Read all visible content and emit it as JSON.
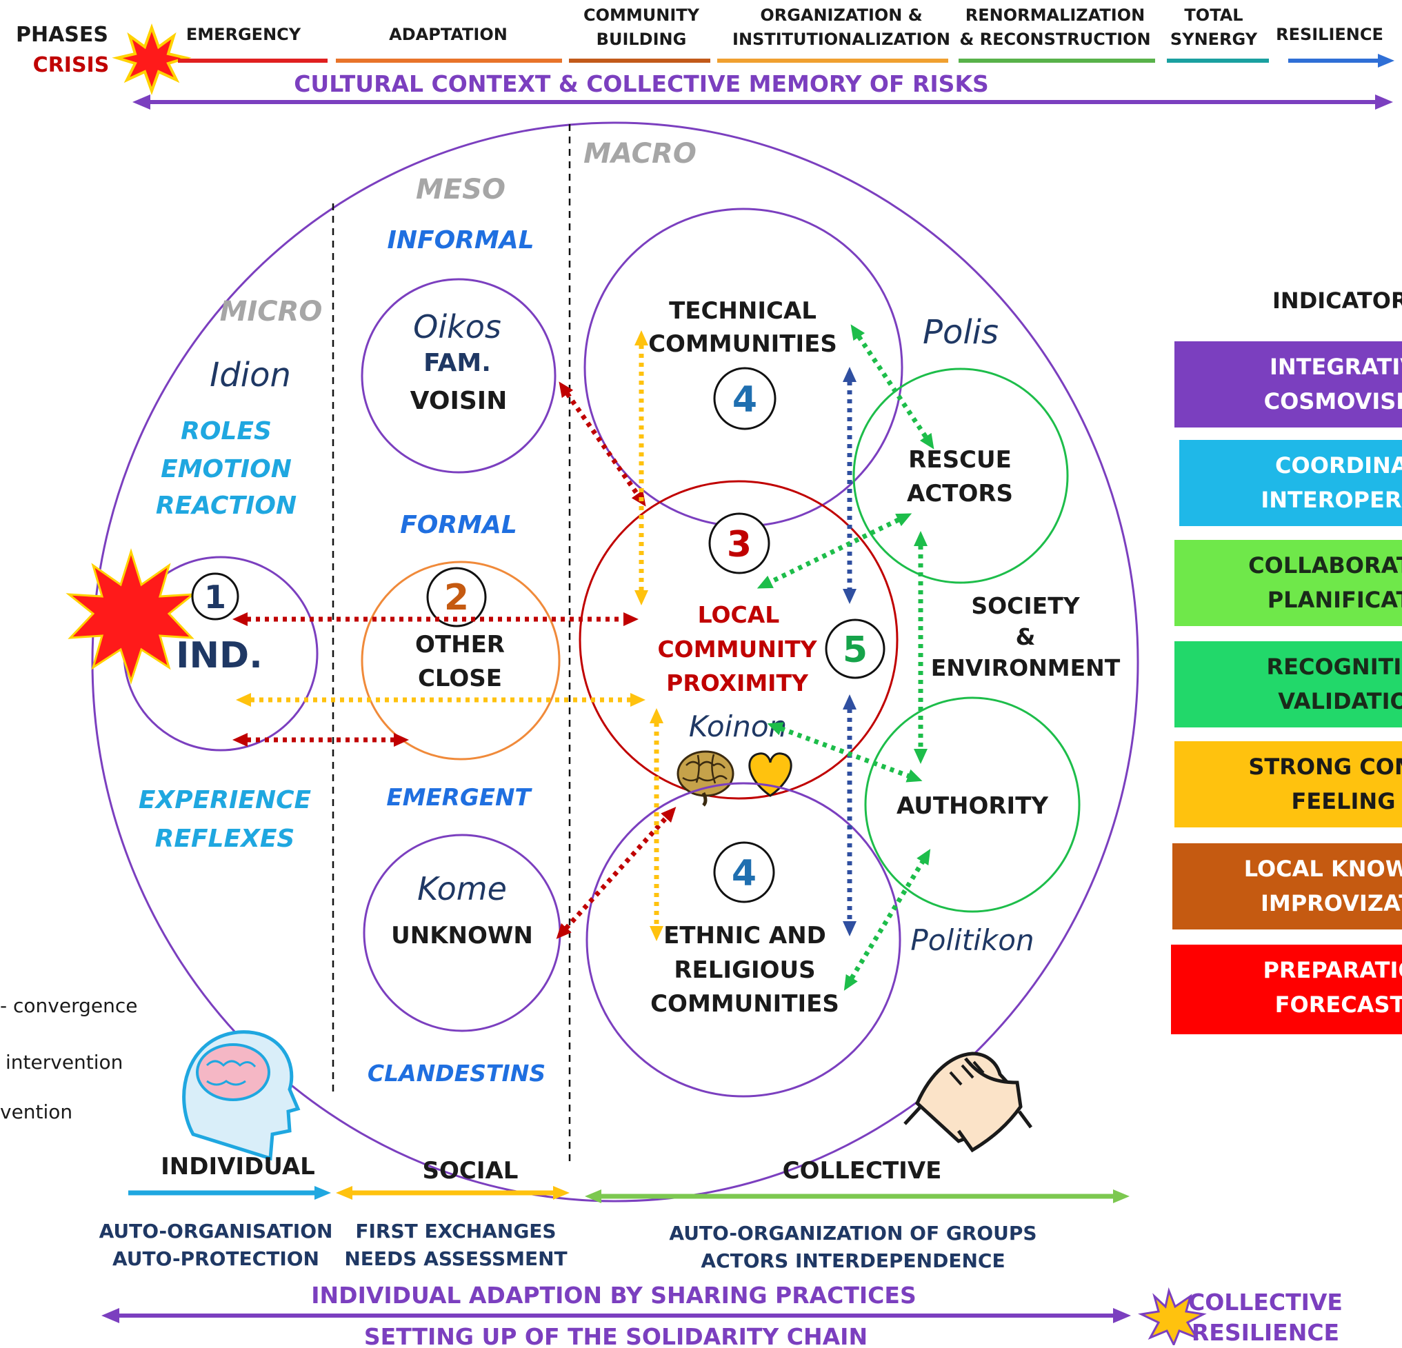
{
  "timeline": {
    "phases_label": "PHASES",
    "crisis_label": "CRISIS",
    "phases": [
      {
        "lines": [
          "EMERGENCY"
        ],
        "color": "#e02020"
      },
      {
        "lines": [
          "ADAPTATION"
        ],
        "color": "#e8742a"
      },
      {
        "lines": [
          "COMMUNITY",
          "BUILDING"
        ],
        "color": "#c25a1a"
      },
      {
        "lines": [
          "ORGANIZATION &",
          "INSTITUTIONALIZATION"
        ],
        "color": "#f0a030"
      },
      {
        "lines": [
          "RENORMALIZATION",
          "& RECONSTRUCTION"
        ],
        "color": "#58b24a"
      },
      {
        "lines": [
          "TOTAL",
          "SYNERGY"
        ],
        "color": "#1aa0a0"
      },
      {
        "lines": [
          "RESILIENCE"
        ],
        "color": "#2f6fd6"
      }
    ],
    "cultural_context": "CULTURAL CONTEXT & COLLECTIVE MEMORY OF RISKS"
  },
  "levels": {
    "micro": "MICRO",
    "meso": "MESO",
    "macro": "MACRO"
  },
  "micro": {
    "idion": "Idion",
    "roles": [
      "ROLES",
      "EMOTION",
      "REACTION"
    ],
    "experience": [
      "EXPERIENCE",
      "REFLEXES"
    ],
    "ind_number": "1",
    "ind_label": "IND."
  },
  "meso": {
    "informal": "INFORMAL",
    "formal": "FORMAL",
    "emergent": "EMERGENT",
    "clandestins": "CLANDESTINS",
    "oikos": {
      "title": "Oikos",
      "lines": [
        "FAM.",
        "VOISIN"
      ]
    },
    "other_close": {
      "number": "2",
      "lines": [
        "OTHER",
        "CLOSE"
      ]
    },
    "kome": {
      "title": "Kome",
      "lines": [
        "UNKNOWN"
      ]
    }
  },
  "macro": {
    "technical": {
      "lines": [
        "TECHNICAL",
        "COMMUNITIES"
      ],
      "number": "4"
    },
    "local": {
      "number": "3",
      "lines": [
        "LOCAL",
        "COMMUNITY",
        "PROXIMITY"
      ],
      "koinon": "Koinon"
    },
    "number5": "5",
    "ethnic": {
      "number": "4",
      "lines": [
        "ETHNIC AND",
        "RELIGIOUS",
        "COMMUNITIES"
      ]
    },
    "polis": "Polis",
    "politikon": "Politikon",
    "rescue": [
      "RESCUE",
      "ACTORS"
    ],
    "authority": "AUTHORITY",
    "society": [
      "SOCIETY",
      "&",
      "ENVIRONMENT"
    ]
  },
  "legend": {
    "items": [
      "- convergence",
      "intervention",
      "vention"
    ]
  },
  "indicators": {
    "title": "INDICATOR",
    "items": [
      {
        "lines": [
          "INTEGRATIV",
          "COSMOVISIO"
        ],
        "color": "#7b3fbf",
        "text_color": "#ffffff"
      },
      {
        "lines": [
          "COORDINAT",
          "INTEROPERAB"
        ],
        "color": "#1fb8e8",
        "text_color": "#ffffff"
      },
      {
        "lines": [
          "COLLABORATIO",
          "PLANIFICATI"
        ],
        "color": "#6fe84a",
        "text_color": "#1a2a1a"
      },
      {
        "lines": [
          "RECOGNITIO",
          "VALIDATIO"
        ],
        "color": "#22d86a",
        "text_color": "#1a2a1a"
      },
      {
        "lines": [
          "STRONG COMM",
          "FEELING"
        ],
        "color": "#ffc20e",
        "text_color": "#1a1a1a"
      },
      {
        "lines": [
          "LOCAL KNOWLE",
          "IMPROVIZATI"
        ],
        "color": "#c55a11",
        "text_color": "#ffffff"
      },
      {
        "lines": [
          "PREPARATIO",
          "FORECAST"
        ],
        "color": "#ff0000",
        "text_color": "#ffffff"
      }
    ]
  },
  "bottom": {
    "individual": "INDIVIDUAL",
    "social": "SOCIAL",
    "collective": "COLLECTIVE",
    "individual_desc": [
      "AUTO-ORGANISATION",
      "AUTO-PROTECTION"
    ],
    "social_desc": [
      "FIRST EXCHANGES",
      "NEEDS ASSESSMENT"
    ],
    "collective_desc": [
      "AUTO-ORGANIZATION OF GROUPS",
      "ACTORS INTERDEPENDENCE"
    ],
    "sharing": "INDIVIDUAL ADAPTION BY SHARING PRACTICES",
    "solidarity": "SETTING UP OF THE SOLIDARITY CHAIN",
    "collective_resilience": [
      "COLLECTIVE",
      "RESILIENCE"
    ]
  },
  "icons": [
    "crisis-burst-icon",
    "brain-icon",
    "heart-icon",
    "head-brain-icon",
    "handshake-icon",
    "burst-icon"
  ],
  "colors": {
    "purple": "#7b3fbf",
    "blue_label": "#1f6fe0",
    "cyan_label": "#1fa7e0",
    "dark_blue": "#1f3864",
    "red": "#c00000",
    "orange_num": "#c55a11",
    "yellow_arrow": "#ffc20e",
    "green_arrow": "#1dbd4a",
    "navy_arrow": "#2f4fa0"
  }
}
